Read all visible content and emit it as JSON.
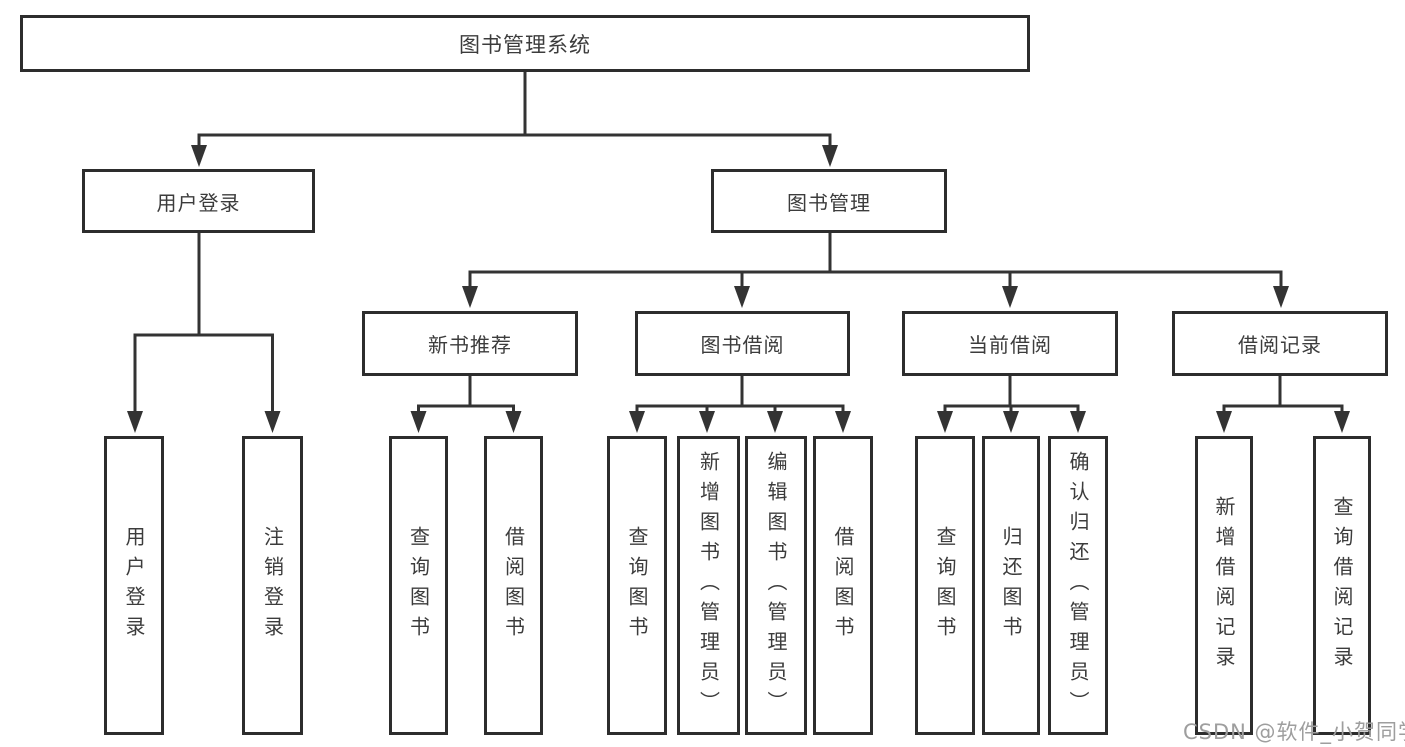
{
  "tree": {
    "label": "图书管理系统",
    "children": [
      {
        "label": "用户登录",
        "children": [
          {
            "label": "用户登录"
          },
          {
            "label": "注销登录"
          }
        ]
      },
      {
        "label": "图书管理",
        "children": [
          {
            "label": "新书推荐",
            "children": [
              {
                "label": "查询图书"
              },
              {
                "label": "借阅图书"
              }
            ]
          },
          {
            "label": "图书借阅",
            "children": [
              {
                "label": "查询图书"
              },
              {
                "label": "新增图书（管理员）"
              },
              {
                "label": "编辑图书（管理员）"
              },
              {
                "label": "借阅图书"
              }
            ]
          },
          {
            "label": "当前借阅",
            "children": [
              {
                "label": "查询图书"
              },
              {
                "label": "归还图书"
              },
              {
                "label": "确认归还（管理员）"
              }
            ]
          },
          {
            "label": "借阅记录",
            "children": [
              {
                "label": "新增借阅记录"
              },
              {
                "label": "查询借阅记录"
              }
            ]
          }
        ]
      }
    ]
  },
  "watermark": {
    "text": "CSDN @软件_小贺同学"
  },
  "colors": {
    "line": "#333333",
    "box_border": "#2d2d2d",
    "text": "#3c3c3c",
    "watermark": "#9e9e9e",
    "background": "#ffffff"
  }
}
